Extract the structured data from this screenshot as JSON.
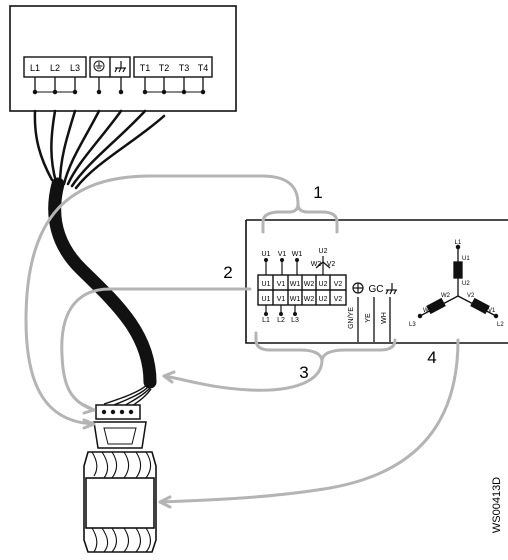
{
  "top_terminals": [
    "L1",
    "L2",
    "L3",
    "T1",
    "T2",
    "T3",
    "T4"
  ],
  "term_block_top": [
    "U1",
    "V1",
    "W1",
    "U2",
    "W2",
    "V2"
  ],
  "term_block_row": [
    "U1",
    "V1",
    "W1",
    "W2",
    "U2",
    "V2"
  ],
  "term_block_bottom": [
    "L1",
    "L2",
    "L3"
  ],
  "ground_labels": [
    "GN/YE",
    "YE",
    "WH"
  ],
  "gc_label": "GC",
  "star_labels": {
    "l1": "L1",
    "u1": "U1",
    "u2": "U2",
    "w2": "W2",
    "w1": "W1",
    "v2": "V2",
    "v1": "V1",
    "l3": "L3",
    "l2": "L2"
  },
  "callouts": [
    "1",
    "2",
    "3",
    "4"
  ],
  "doc_code": "WS00413D"
}
